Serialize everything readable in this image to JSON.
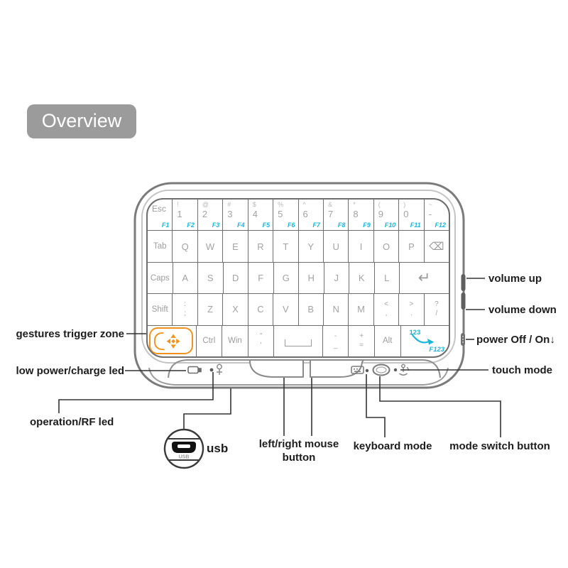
{
  "badge": {
    "label": "Overview"
  },
  "colors": {
    "accent_orange": "#ef9320",
    "accent_cyan": "#1cb5d6"
  },
  "usb": {
    "port_label": "USB"
  },
  "keyboard": {
    "rows": [
      {
        "keys": [
          {
            "type": "esc",
            "id": "esc",
            "main": "Esc",
            "f": "F1"
          },
          {
            "type": "fnum",
            "id": "1",
            "shift": "!",
            "main": "1",
            "f": "F2"
          },
          {
            "type": "fnum",
            "id": "2",
            "shift": "@",
            "main": "2",
            "f": "F3"
          },
          {
            "type": "fnum",
            "id": "3",
            "shift": "#",
            "main": "3",
            "f": "F4"
          },
          {
            "type": "fnum",
            "id": "4",
            "shift": "$",
            "main": "4",
            "f": "F5"
          },
          {
            "type": "fnum",
            "id": "5",
            "shift": "%",
            "main": "5",
            "f": "F6"
          },
          {
            "type": "fnum",
            "id": "6",
            "shift": "^",
            "main": "6",
            "f": "F7"
          },
          {
            "type": "fnum",
            "id": "7",
            "shift": "&",
            "main": "7",
            "f": "F8"
          },
          {
            "type": "fnum",
            "id": "8",
            "shift": "*",
            "main": "8",
            "f": "F9"
          },
          {
            "type": "fnum",
            "id": "9",
            "shift": "(",
            "main": "9",
            "f": "F10"
          },
          {
            "type": "fnum",
            "id": "0",
            "shift": ")",
            "main": "0",
            "f": "F11"
          },
          {
            "type": "fnum",
            "id": "minus-tilde",
            "shift": "~",
            "main": "-",
            "f": "F12"
          }
        ]
      },
      {
        "keys": [
          {
            "type": "plain",
            "id": "tab",
            "main": "Tab",
            "mod": true
          },
          {
            "type": "plain",
            "id": "q",
            "main": "Q"
          },
          {
            "type": "plain",
            "id": "w",
            "main": "W"
          },
          {
            "type": "plain",
            "id": "e",
            "main": "E"
          },
          {
            "type": "plain",
            "id": "r",
            "main": "R"
          },
          {
            "type": "plain",
            "id": "t",
            "main": "T"
          },
          {
            "type": "plain",
            "id": "y",
            "main": "Y"
          },
          {
            "type": "plain",
            "id": "u",
            "main": "U"
          },
          {
            "type": "plain",
            "id": "i",
            "main": "I"
          },
          {
            "type": "plain",
            "id": "o",
            "main": "O"
          },
          {
            "type": "plain",
            "id": "p",
            "main": "P"
          },
          {
            "type": "glyph",
            "id": "backspace",
            "main": "⌫"
          }
        ]
      },
      {
        "keys": [
          {
            "type": "plain",
            "id": "caps",
            "main": "Caps",
            "mod": true
          },
          {
            "type": "plain",
            "id": "a",
            "main": "A"
          },
          {
            "type": "plain",
            "id": "s",
            "main": "S"
          },
          {
            "type": "plain",
            "id": "d",
            "main": "D"
          },
          {
            "type": "plain",
            "id": "f",
            "main": "F"
          },
          {
            "type": "plain",
            "id": "g",
            "main": "G"
          },
          {
            "type": "plain",
            "id": "h",
            "main": "H"
          },
          {
            "type": "plain",
            "id": "j",
            "main": "J"
          },
          {
            "type": "plain",
            "id": "k",
            "main": "K"
          },
          {
            "type": "plain",
            "id": "l",
            "main": "L"
          },
          {
            "type": "enter",
            "id": "enter",
            "main": "↵",
            "w": 2
          }
        ]
      },
      {
        "keys": [
          {
            "type": "plain",
            "id": "shift",
            "main": "Shift",
            "mod": true
          },
          {
            "type": "stack",
            "id": "semicolon",
            "top": ":",
            "bottom": ";"
          },
          {
            "type": "plain",
            "id": "z",
            "main": "Z"
          },
          {
            "type": "plain",
            "id": "x",
            "main": "X"
          },
          {
            "type": "plain",
            "id": "c",
            "main": "C"
          },
          {
            "type": "plain",
            "id": "v",
            "main": "V"
          },
          {
            "type": "plain",
            "id": "b",
            "main": "B"
          },
          {
            "type": "plain",
            "id": "n",
            "main": "N"
          },
          {
            "type": "plain",
            "id": "m",
            "main": "M"
          },
          {
            "type": "stack",
            "id": "comma",
            "top": "<",
            "bottom": ","
          },
          {
            "type": "stack",
            "id": "period",
            "top": ">",
            "bottom": "."
          },
          {
            "type": "stack",
            "id": "slash",
            "top": "?",
            "bottom": "/"
          }
        ]
      },
      {
        "keys": [
          {
            "type": "gesture",
            "id": "gesture-zone",
            "w": 1.9
          },
          {
            "type": "plain",
            "id": "ctrl",
            "main": "Ctrl",
            "mod": true
          },
          {
            "type": "plain",
            "id": "win",
            "main": "Win",
            "mod": true
          },
          {
            "type": "stack",
            "id": "quote",
            "top": "\"",
            "bottom": "'"
          },
          {
            "type": "space",
            "id": "space",
            "w": 1.9
          },
          {
            "type": "stack",
            "id": "dash",
            "top": "-",
            "bottom": "_"
          },
          {
            "type": "stack",
            "id": "equals",
            "top": "+",
            "bottom": "="
          },
          {
            "type": "plain",
            "id": "alt",
            "main": "Alt",
            "mod": true
          },
          {
            "type": "f123",
            "id": "f123",
            "top": "123",
            "bottom": "F123",
            "w": 1.9
          }
        ]
      }
    ]
  },
  "callouts": {
    "gestures_trigger_zone": {
      "label": "gestures trigger zone"
    },
    "low_power_charge_led": {
      "label": "low power/charge led"
    },
    "operation_rf_led": {
      "label": "operation/RF led"
    },
    "usb": {
      "label": "usb"
    },
    "mouse_buttons": {
      "label": "left/right mouse button"
    },
    "keyboard_mode": {
      "label": "keyboard mode"
    },
    "mode_switch_button": {
      "label": "mode switch button"
    },
    "touch_mode": {
      "label": "touch mode"
    },
    "volume_up": {
      "label": "volume up"
    },
    "volume_down": {
      "label": "volume down"
    },
    "power": {
      "label": "power Off / On↓"
    }
  }
}
